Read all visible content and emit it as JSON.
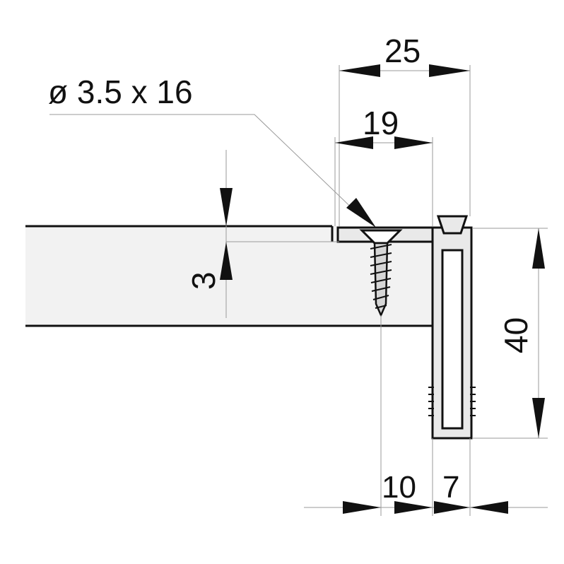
{
  "dimensions": {
    "screw": "ø 3.5 x 16",
    "width_total": "25",
    "width_inner": "19",
    "thickness": "3",
    "height": "40",
    "offset_left": "10",
    "offset_right": "7"
  },
  "colors": {
    "line": "#111111",
    "extension_line": "#9a9a9a",
    "panel_fill": "#f2f2f2",
    "profile_fill": "#e9e9e9"
  }
}
